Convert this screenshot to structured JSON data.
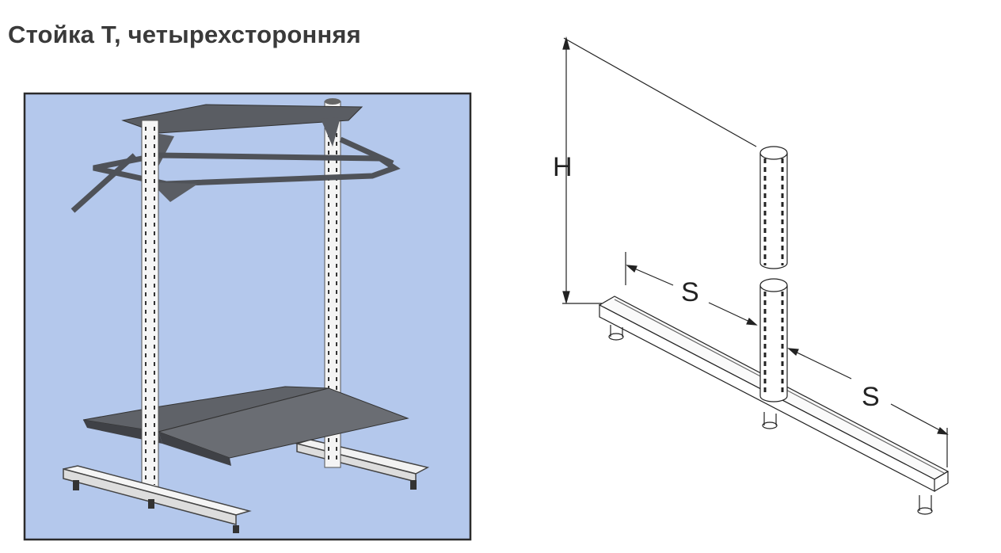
{
  "title": "Стойка Т, четырехсторонняя",
  "dimensions": {
    "height_label": "H",
    "span_label_left": "S",
    "span_label_right": "S"
  },
  "colors": {
    "panel_background": "#b4c8ec",
    "shelf": "#5a5d63",
    "text": "#3a3a3a"
  }
}
